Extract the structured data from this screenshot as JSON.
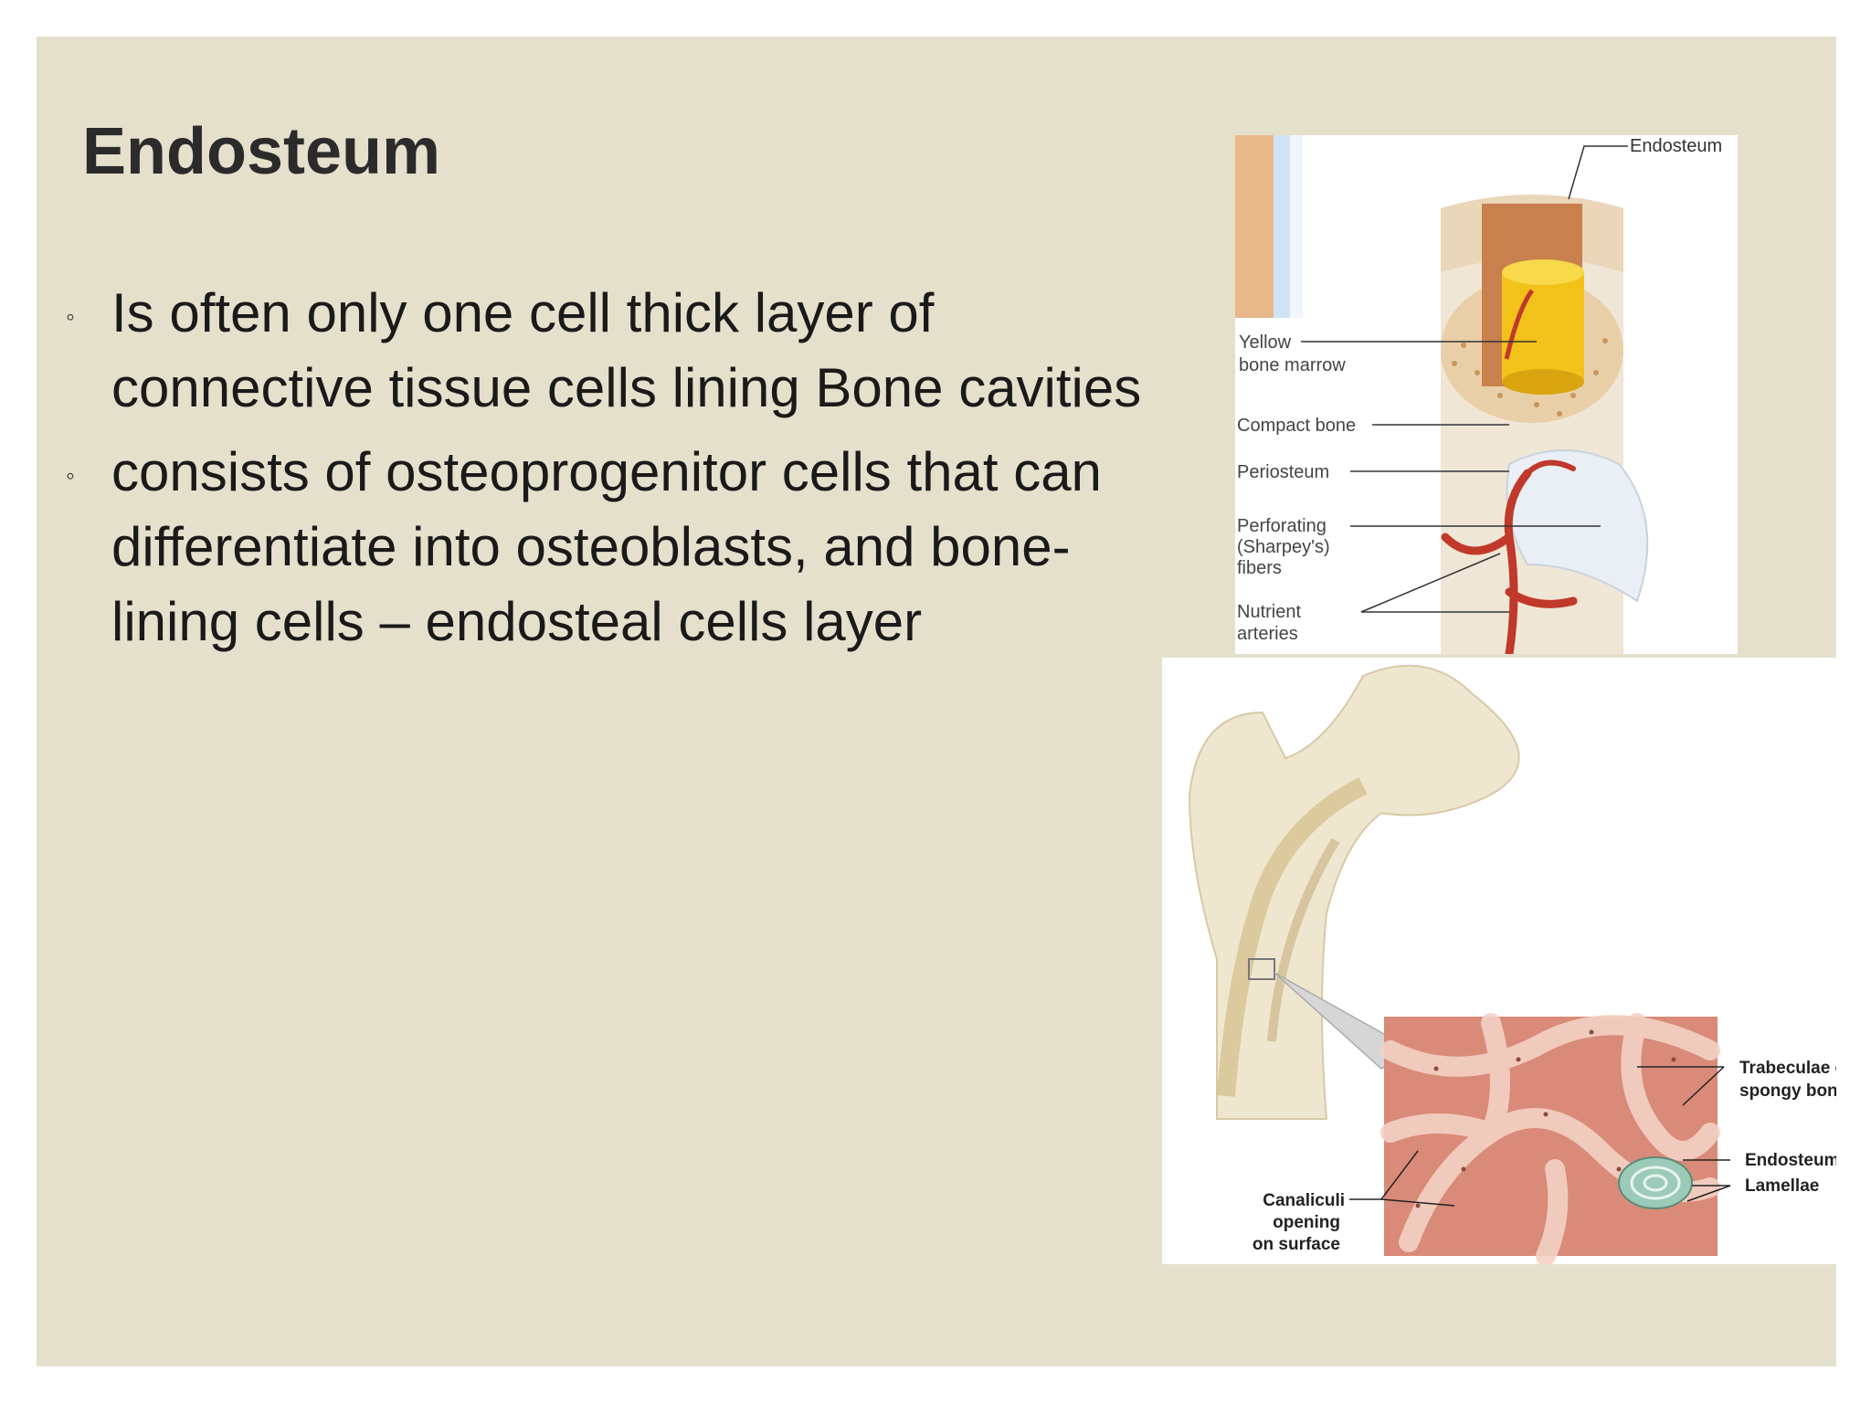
{
  "slide": {
    "title": "Endosteum",
    "bullets": [
      "Is often only one cell thick layer of connective tissue cells lining Bone cavities",
      "consists of osteoprogenitor cells that can differentiate into osteoblasts, and bone-lining cells – endosteal cells layer"
    ],
    "bullet_marker": "◦"
  },
  "figure_top": {
    "labels": {
      "endosteum": "Endosteum",
      "yellow_marrow_1": "Yellow",
      "yellow_marrow_2": "bone marrow",
      "compact_bone": "Compact bone",
      "periosteum": "Periosteum",
      "perforating_1": "Perforating",
      "perforating_2": "(Sharpey's)",
      "perforating_3": "fibers",
      "nutrient_1": "Nutrient",
      "nutrient_2": "arteries"
    }
  },
  "figure_bottom": {
    "labels": {
      "trabeculae_1": "Trabeculae of",
      "trabeculae_2": "spongy bone",
      "endosteum": "Endosteum",
      "lamellae": "Lamellae",
      "canaliculi_1": "Canaliculi",
      "canaliculi_2": "opening",
      "canaliculi_3": "on surface"
    }
  },
  "colors": {
    "slide_bg": "#e5e0cc",
    "marrow_yellow": "#f2c21a",
    "artery_red": "#c0392b",
    "spongy_pink": "#d98a78"
  }
}
